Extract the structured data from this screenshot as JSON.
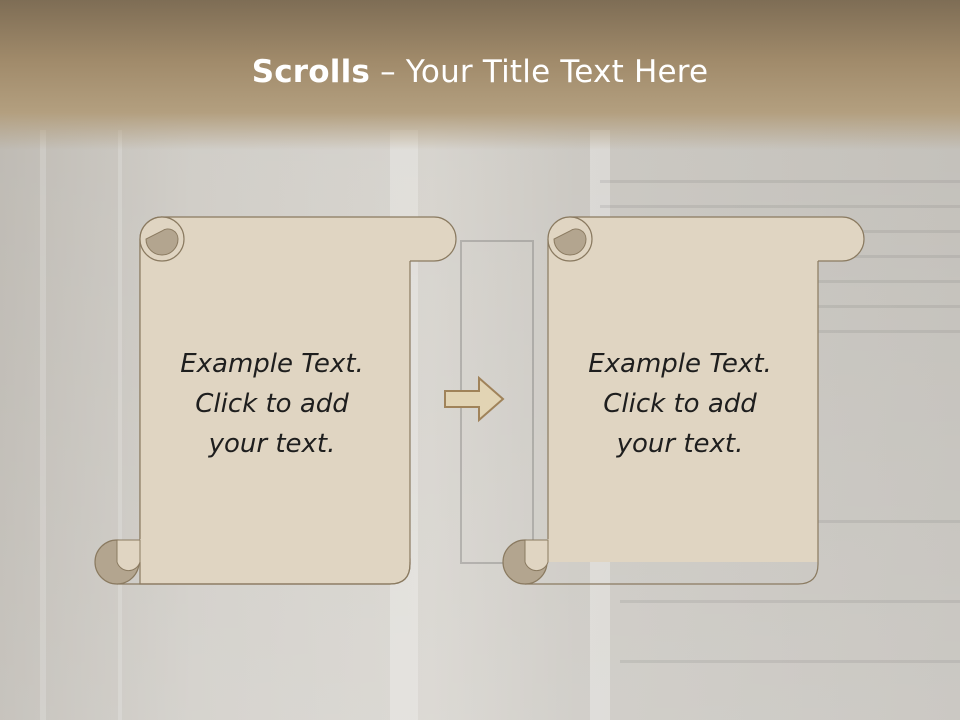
{
  "slide": {
    "title_bold": "Scrolls",
    "title_rest": " – Your Title Text Here"
  },
  "scrolls": [
    {
      "lines": [
        "Example Text.",
        "Click  to add",
        "your text."
      ]
    },
    {
      "lines": [
        "Example Text.",
        "Click  to add",
        "your text."
      ]
    }
  ],
  "colors": {
    "title_band": "#a08a6a",
    "scroll_fill": "#e0d5c2",
    "scroll_curl": "#b3a58f",
    "scroll_stroke": "#8a7a60",
    "arrow_fill": "#e2d4b4"
  }
}
